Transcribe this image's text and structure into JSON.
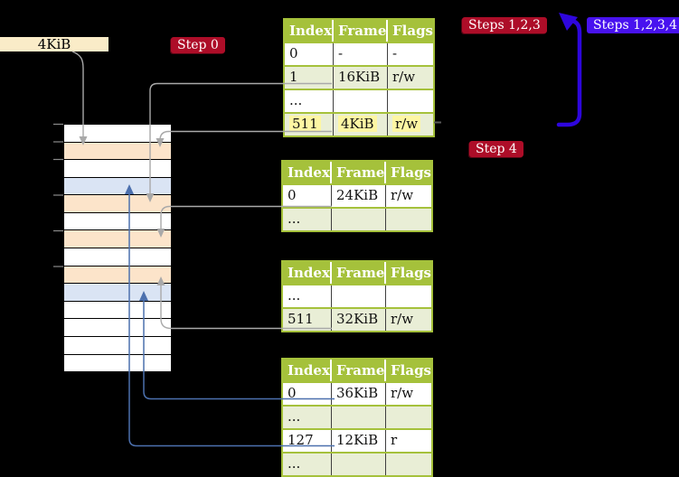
{
  "frame_box": {
    "label": "4KiB"
  },
  "step_labels": {
    "step0": "Step 0",
    "steps123": "Steps 1,2,3",
    "steps1234": "Steps 1,2,3,4",
    "step4": "Step 4"
  },
  "page_tables": [
    {
      "headers": [
        "Index",
        "Frame",
        "Flags"
      ],
      "rows": [
        {
          "cells": [
            "0",
            "-",
            "-"
          ],
          "shaded": false,
          "highlighted": false
        },
        {
          "cells": [
            "1",
            "16KiB",
            "r/w"
          ],
          "shaded": true,
          "highlighted": false
        },
        {
          "cells": [
            "...",
            "",
            ""
          ],
          "shaded": false,
          "highlighted": false
        },
        {
          "cells": [
            "511",
            "4KiB",
            "r/w"
          ],
          "shaded": true,
          "highlighted": true
        }
      ]
    },
    {
      "headers": [
        "Index",
        "Frame",
        "Flags"
      ],
      "rows": [
        {
          "cells": [
            "0",
            "24KiB",
            "r/w"
          ],
          "shaded": false,
          "highlighted": false
        },
        {
          "cells": [
            "...",
            "",
            ""
          ],
          "shaded": true,
          "highlighted": false
        }
      ]
    },
    {
      "headers": [
        "Index",
        "Frame",
        "Flags"
      ],
      "rows": [
        {
          "cells": [
            "...",
            "",
            ""
          ],
          "shaded": false,
          "highlighted": false
        },
        {
          "cells": [
            "511",
            "32KiB",
            "r/w"
          ],
          "shaded": true,
          "highlighted": false
        }
      ]
    },
    {
      "headers": [
        "Index",
        "Frame",
        "Flags"
      ],
      "rows": [
        {
          "cells": [
            "0",
            "36KiB",
            "r/w"
          ],
          "shaded": false,
          "highlighted": false
        },
        {
          "cells": [
            "...",
            "",
            ""
          ],
          "shaded": true,
          "highlighted": false
        },
        {
          "cells": [
            "127",
            "12KiB",
            "r"
          ],
          "shaded": false,
          "highlighted": false
        },
        {
          "cells": [
            "...",
            "",
            ""
          ],
          "shaded": true,
          "highlighted": false
        }
      ]
    }
  ],
  "physical_memory": {
    "row_fills": [
      "white",
      "peach",
      "white",
      "blue",
      "peach",
      "white",
      "peach",
      "white",
      "peach",
      "blue",
      "white",
      "white",
      "white",
      "white"
    ]
  },
  "colors": {
    "background": "#000000",
    "table_header_bg": "#a5c13b",
    "table_border": "#a5c13b",
    "table_cell_divider": "#3f3f3f",
    "table_shaded_row_bg": "#e9eed6",
    "highlight_bg": "#fdf6a3",
    "memory_frame_peach": "#fce4ca",
    "memory_frame_blue": "#dae4f4",
    "label_red_bg": "#ad0d28",
    "label_blue_bg": "#4812ef",
    "frame_box_bg": "#faecc8",
    "arrow_gray": "#a9a9a9",
    "arrow_blue": "#4c70ae",
    "big_arrow_blue": "#2e06dd"
  }
}
